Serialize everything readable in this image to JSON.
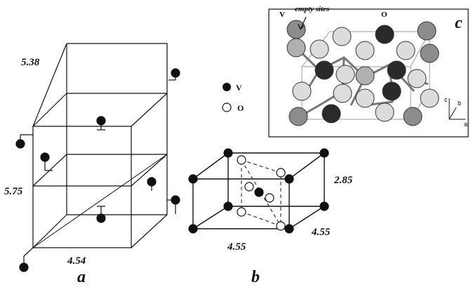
{
  "panels": {
    "a": {
      "label": "a",
      "dims": {
        "top": "5.38",
        "middle": "5.75",
        "bottom": "4.54"
      }
    },
    "b": {
      "label": "b",
      "dims": {
        "right": "2.85",
        "depth": "4.55",
        "front": "4.55"
      },
      "legend": [
        {
          "symbol": "filled",
          "text": "V"
        },
        {
          "symbol": "open",
          "text": "O"
        }
      ]
    },
    "c": {
      "label": "c",
      "annotations": {
        "v": "V",
        "empty_sites": "empty sites",
        "o": "O"
      },
      "axes": {
        "c": "c",
        "b": "b",
        "a": "a"
      }
    }
  },
  "colors": {
    "ink": "#111111",
    "dark_atom": "#2a2a2a",
    "mid_atom": "#8c8c8c",
    "light_atom": "#dcdcdc"
  }
}
